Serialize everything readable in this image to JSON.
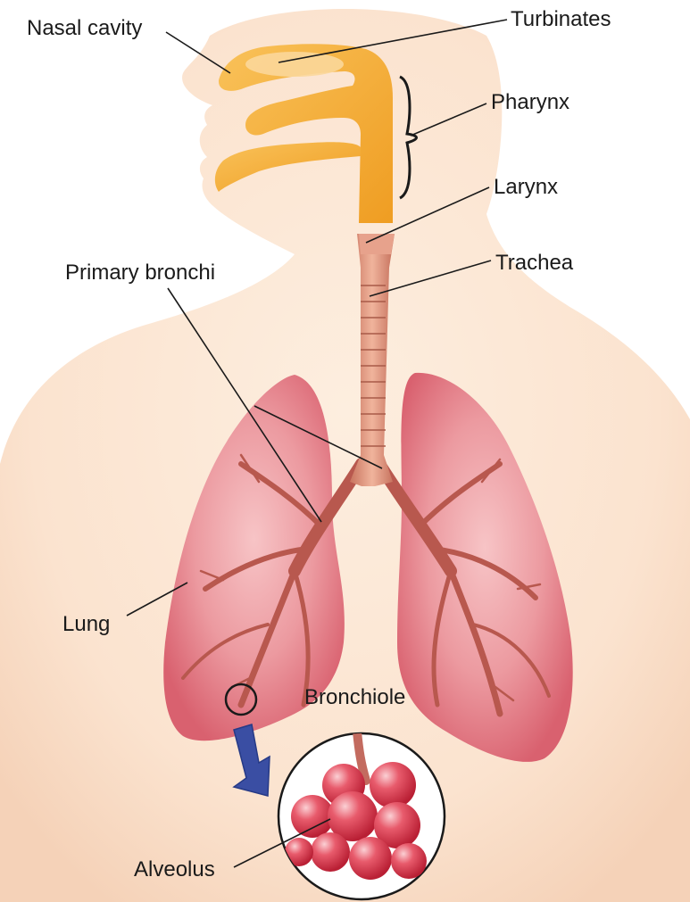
{
  "labels": {
    "nasal_cavity": "Nasal cavity",
    "turbinates": "Turbinates",
    "pharynx": "Pharynx",
    "larynx": "Larynx",
    "trachea": "Trachea",
    "primary_bronchi": "Primary bronchi",
    "lung": "Lung",
    "bronchiole": "Bronchiole",
    "alveolus": "Alveolus"
  },
  "colors": {
    "skin": "#fbe6d4",
    "airway": "#f6b13c",
    "lung": "#e9858f",
    "trachea": "#d98a76",
    "alveoli": "#dd3046",
    "arrow": "#3a4ea3"
  }
}
